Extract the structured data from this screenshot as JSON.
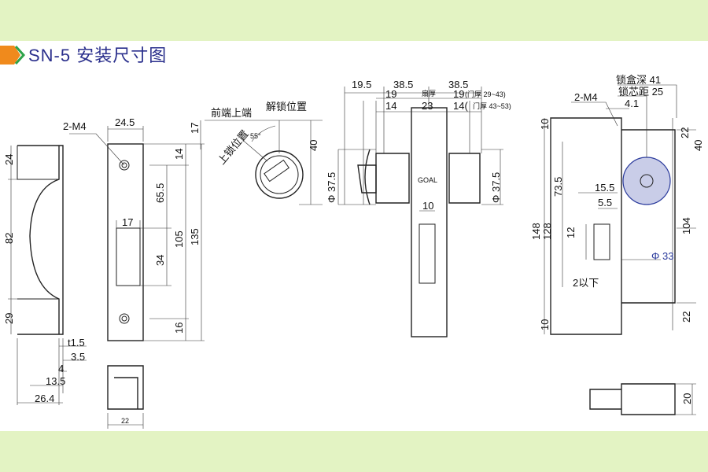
{
  "title": "SN-5 安装尺寸图",
  "colors": {
    "band": "#e3f3c3",
    "title": "#2a2f8c",
    "arrow_orange": "#f08a1c",
    "arrow_green": "#2ea34a",
    "cylinder_hatch": "#2a3a9c"
  },
  "side_view": {
    "d24": "24",
    "d82": "82",
    "d29": "29",
    "t15": "t1.5",
    "d35": "3.5",
    "d4": "4",
    "d135": "13.5",
    "d264": "26.4"
  },
  "strike_plate": {
    "m4": "2-M4",
    "d245": "24.5",
    "d14": "14",
    "d655": "65.5",
    "d105": "105",
    "d135": "135",
    "d17": "17",
    "d34": "34",
    "d16": "16",
    "d22": "22"
  },
  "thumb_turn": {
    "front_top": "前端上端",
    "d17": "17",
    "unlock": "解锁位置",
    "lock": "上锁位置",
    "angle": "55°",
    "d40": "40"
  },
  "section": {
    "d195": "19.5",
    "d385a": "38.5",
    "d385b": "38.5",
    "d19a": "19",
    "door_label": "扇厚",
    "d19b": "19",
    "door1": "(门厚 29~43)",
    "d14a": "14",
    "d23": "23",
    "d14b": "14(",
    "door2": "门厚 43~53)",
    "phi_l": "Φ 37.5",
    "phi_r": "Φ 37.5",
    "d10": "10",
    "brand": "GOAL"
  },
  "lock_body": {
    "depth": "锁盒深  41",
    "backset": "锁芯距  25",
    "m4": "2-M4",
    "d41": "4.1",
    "d10a": "10",
    "d22a": "22",
    "d40": "40",
    "d735": "73.5",
    "d155": "15.5",
    "d55": "5.5",
    "d12": "12",
    "d148": "148",
    "d128": "128",
    "d104": "104",
    "phi33": "Φ 33",
    "below2": "2以下",
    "d10b": "10",
    "d22b": "22",
    "d20": "20"
  }
}
